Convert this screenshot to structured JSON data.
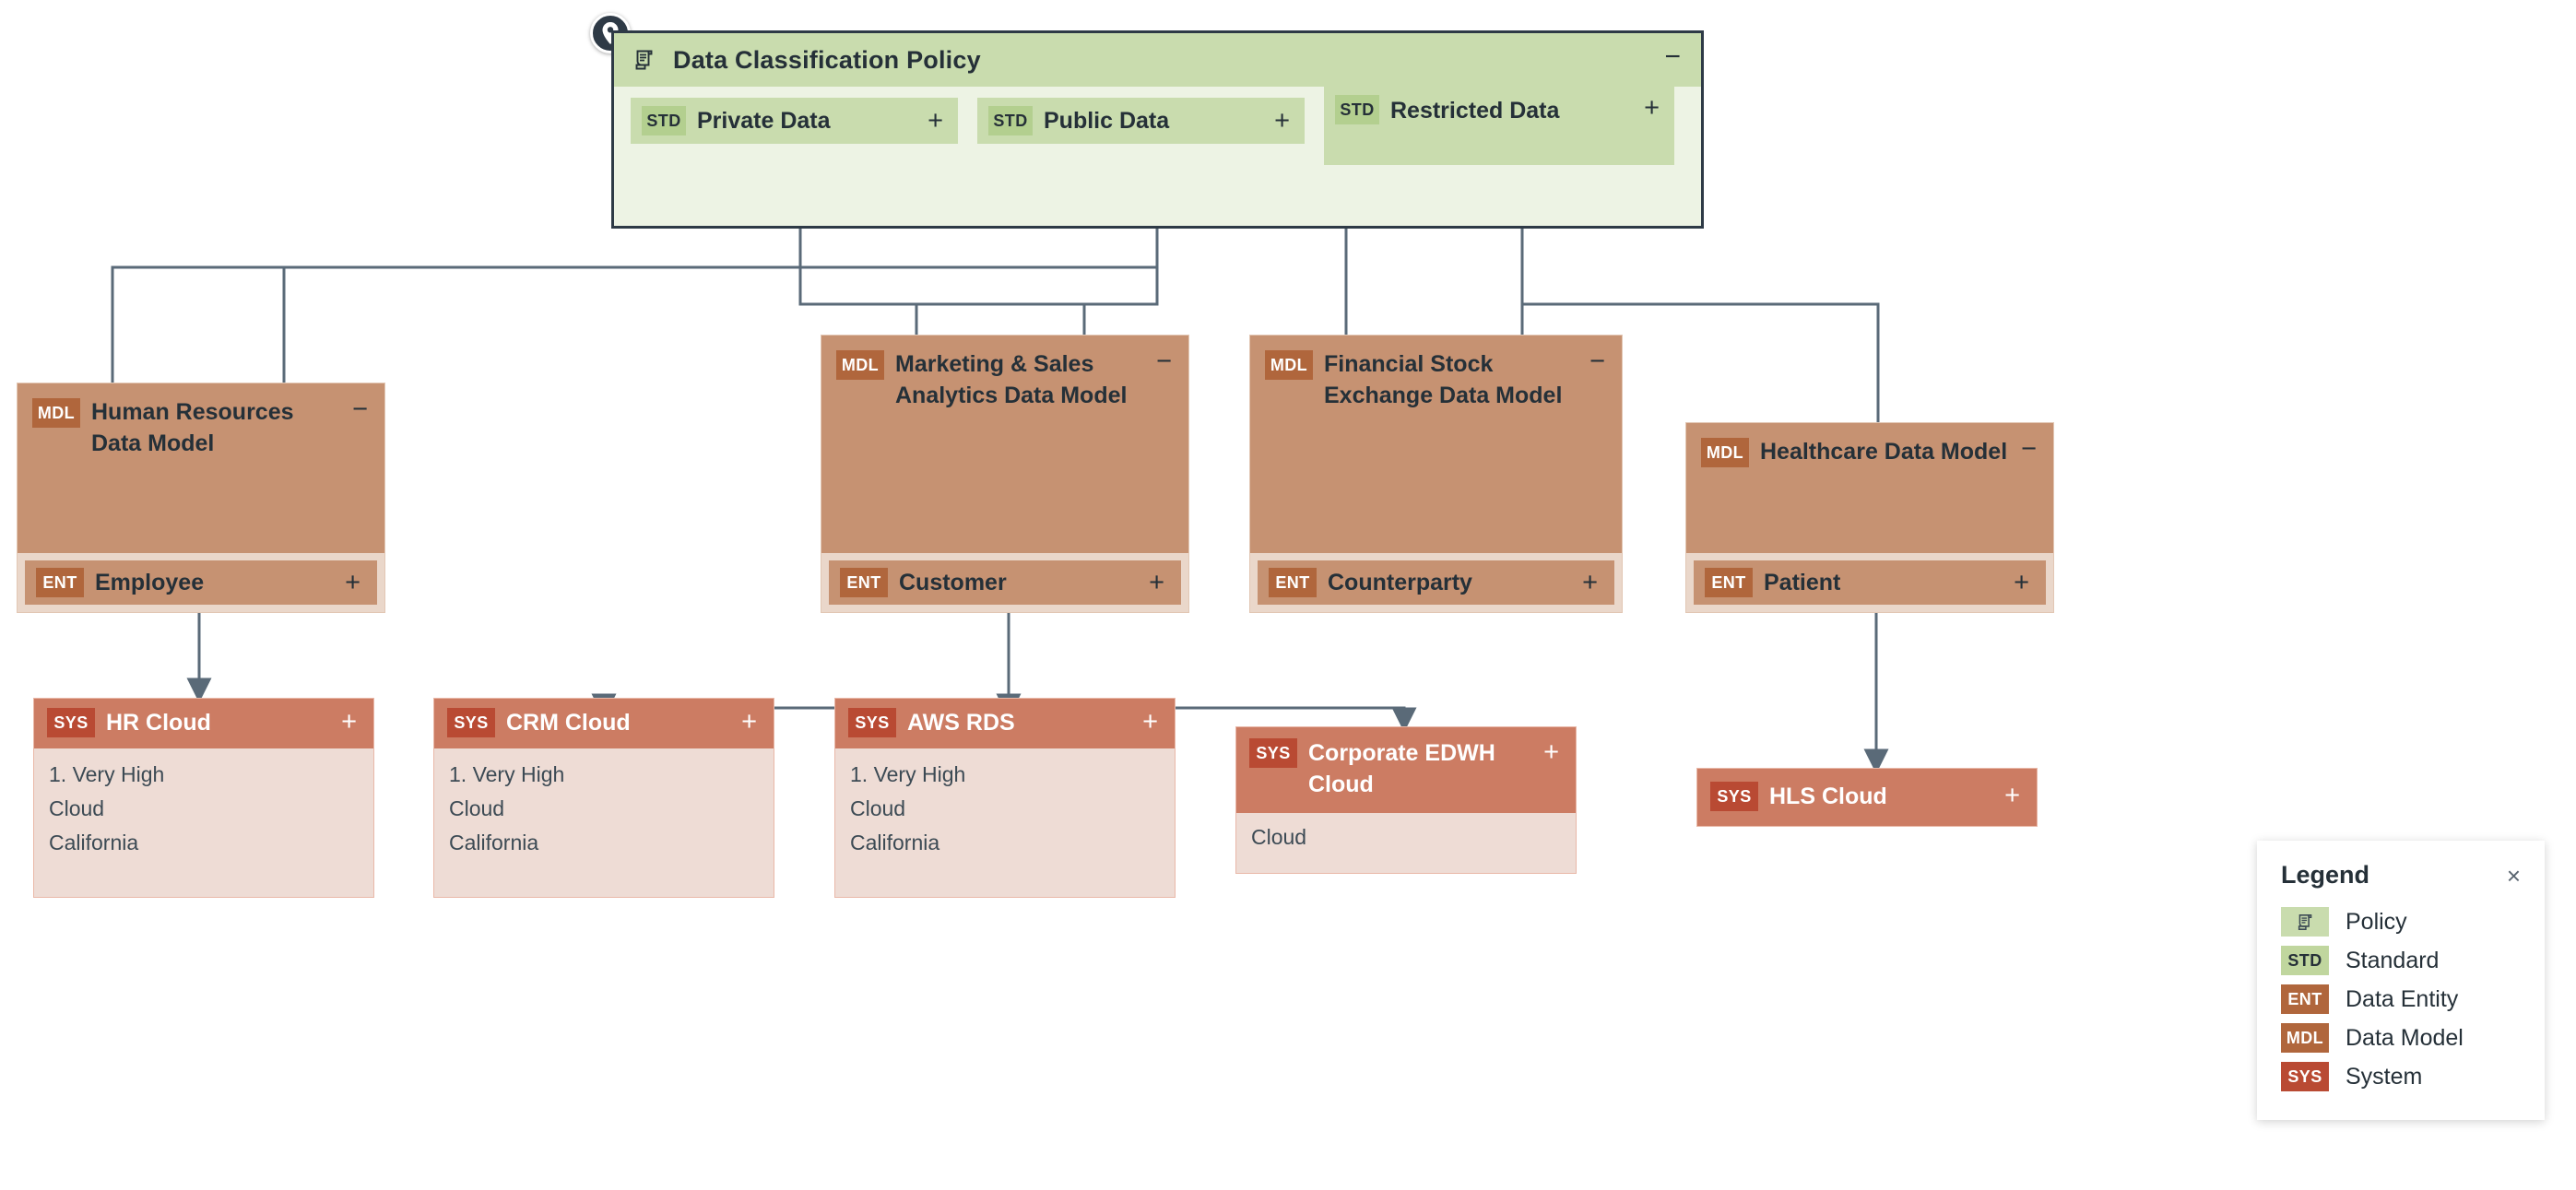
{
  "diagram": {
    "type": "lineage-hierarchy",
    "pin_marker_icon": "location-pin-icon"
  },
  "policy": {
    "icon": "scroll-policy-icon",
    "title": "Data Classification Policy",
    "collapse_label": "−",
    "standards": [
      {
        "badge": "STD",
        "label": "Private Data",
        "expand_label": "+"
      },
      {
        "badge": "STD",
        "label": "Public Data",
        "expand_label": "+"
      },
      {
        "badge": "STD",
        "label": "Restricted Data",
        "expand_label": "+"
      }
    ]
  },
  "data_models": [
    {
      "badge": "MDL",
      "title": "Human Resources Data Model",
      "collapse_label": "−",
      "entity": {
        "badge": "ENT",
        "label": "Employee",
        "expand_label": "+"
      }
    },
    {
      "badge": "MDL",
      "title": "Marketing & Sales Analytics Data Model",
      "collapse_label": "−",
      "entity": {
        "badge": "ENT",
        "label": "Customer",
        "expand_label": "+"
      }
    },
    {
      "badge": "MDL",
      "title": "Financial Stock Exchange Data Model",
      "collapse_label": "−",
      "entity": {
        "badge": "ENT",
        "label": "Counterparty",
        "expand_label": "+"
      }
    },
    {
      "badge": "MDL",
      "title": "Healthcare Data Model",
      "collapse_label": "−",
      "entity": {
        "badge": "ENT",
        "label": "Patient",
        "expand_label": "+"
      }
    }
  ],
  "systems": [
    {
      "badge": "SYS",
      "title": "HR Cloud",
      "expand_label": "+",
      "attributes": [
        "1. Very High",
        "Cloud",
        "California"
      ]
    },
    {
      "badge": "SYS",
      "title": "CRM Cloud",
      "expand_label": "+",
      "attributes": [
        "1. Very High",
        "Cloud",
        "California"
      ]
    },
    {
      "badge": "SYS",
      "title": "AWS RDS",
      "expand_label": "+",
      "attributes": [
        "1. Very High",
        "Cloud",
        "California"
      ]
    },
    {
      "badge": "SYS",
      "title": "Corporate EDWH Cloud",
      "expand_label": "+",
      "attributes": [
        "Cloud"
      ]
    },
    {
      "badge": "SYS",
      "title": "HLS Cloud",
      "expand_label": "+",
      "attributes": []
    }
  ],
  "legend": {
    "title": "Legend",
    "close_label": "×",
    "items": [
      {
        "badge": "",
        "icon": "scroll-policy-icon",
        "label": "Policy"
      },
      {
        "badge": "STD",
        "label": "Standard"
      },
      {
        "badge": "ENT",
        "label": "Data Entity"
      },
      {
        "badge": "MDL",
        "label": "Data Model"
      },
      {
        "badge": "SYS",
        "label": "System"
      }
    ]
  },
  "colors": {
    "policy_header": "#c9dcae",
    "policy_body": "#edf3e4",
    "policy_border": "#2e3a46",
    "std_badge": "#b3cf8f",
    "model_fill": "#c69272",
    "model_body": "#ead7ca",
    "entity_badge": "#b0663c",
    "system_header": "#cc7c63",
    "system_body": "#eedcd5",
    "system_badge": "#b94a33",
    "edge": "#5a6a78"
  }
}
